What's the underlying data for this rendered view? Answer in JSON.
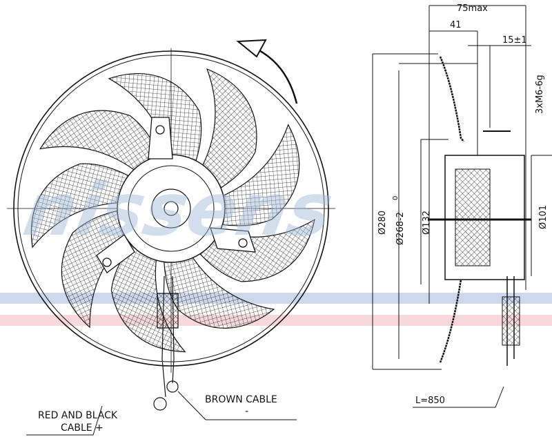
{
  "watermark": {
    "text": "nissens",
    "color": "#9fb8d8",
    "stripe_blue": "#b8c8e4",
    "stripe_pink": "#f2c6cf"
  },
  "front_view": {
    "rotation_arrow": "counter-clockwise-arrow",
    "labels": {
      "red_black_line1": "RED AND BLACK",
      "red_black_line2": "CABLE +",
      "brown_line1": "BROWN CABLE",
      "brown_line2": "-"
    }
  },
  "side_view": {
    "dimensions": {
      "overall_depth": "75max",
      "depth_41": "41",
      "offset_15": "15±1",
      "thread": "3xM6-6g",
      "dia_280": "Ø280",
      "dia_268": "Ø268-2",
      "dia_268_tol": "0",
      "dia_132": "Ø132",
      "dia_101": "Ø101",
      "cable_length": "L=850"
    }
  }
}
